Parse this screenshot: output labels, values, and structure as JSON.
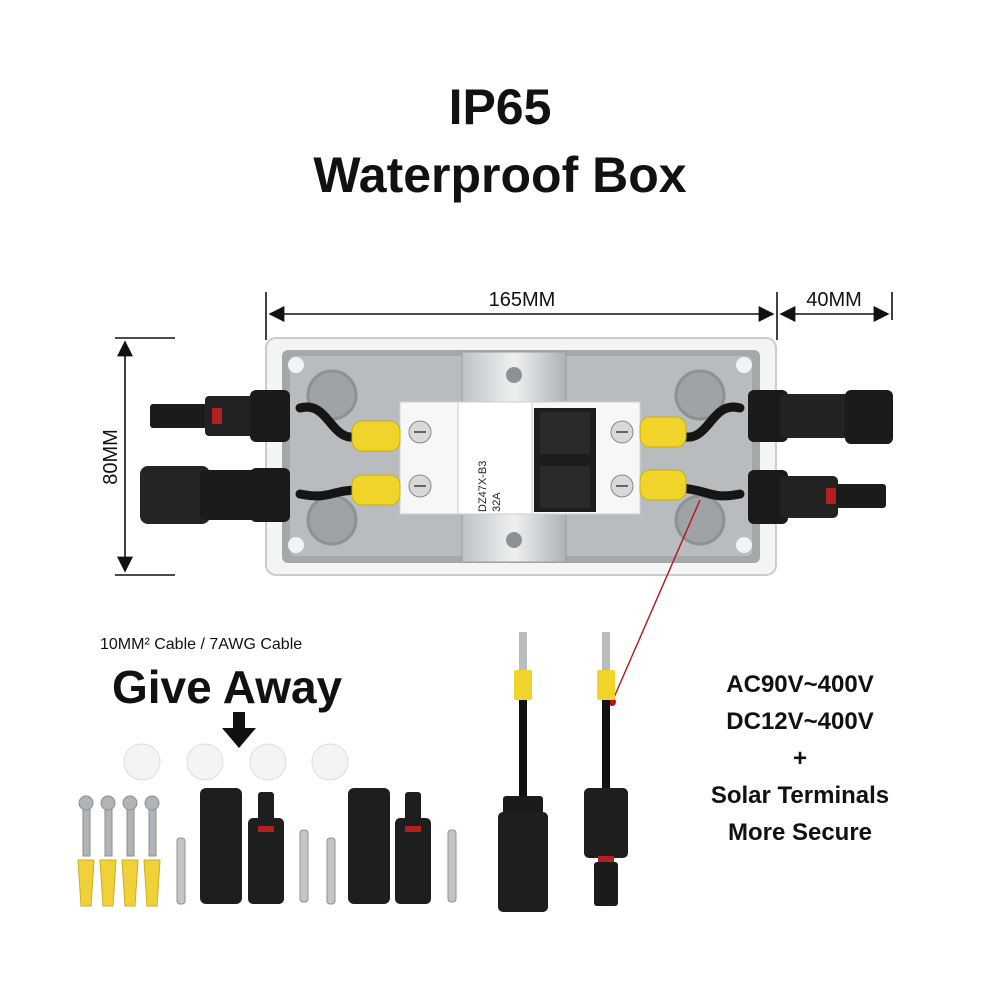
{
  "title_line1": "IP65",
  "title_line2": "Waterproof Box",
  "dimensions": {
    "width": "165MM",
    "depth": "40MM",
    "height": "80MM"
  },
  "breaker_label": "DZ47X-B3",
  "breaker_rating": "32A",
  "cable_caption": "10MM² Cable / 7AWG Cable",
  "giveaway_label": "Give Away",
  "specs": [
    "AC90V~400V",
    "DC12V~400V",
    "+",
    "Solar Terminals",
    "More Secure"
  ]
}
